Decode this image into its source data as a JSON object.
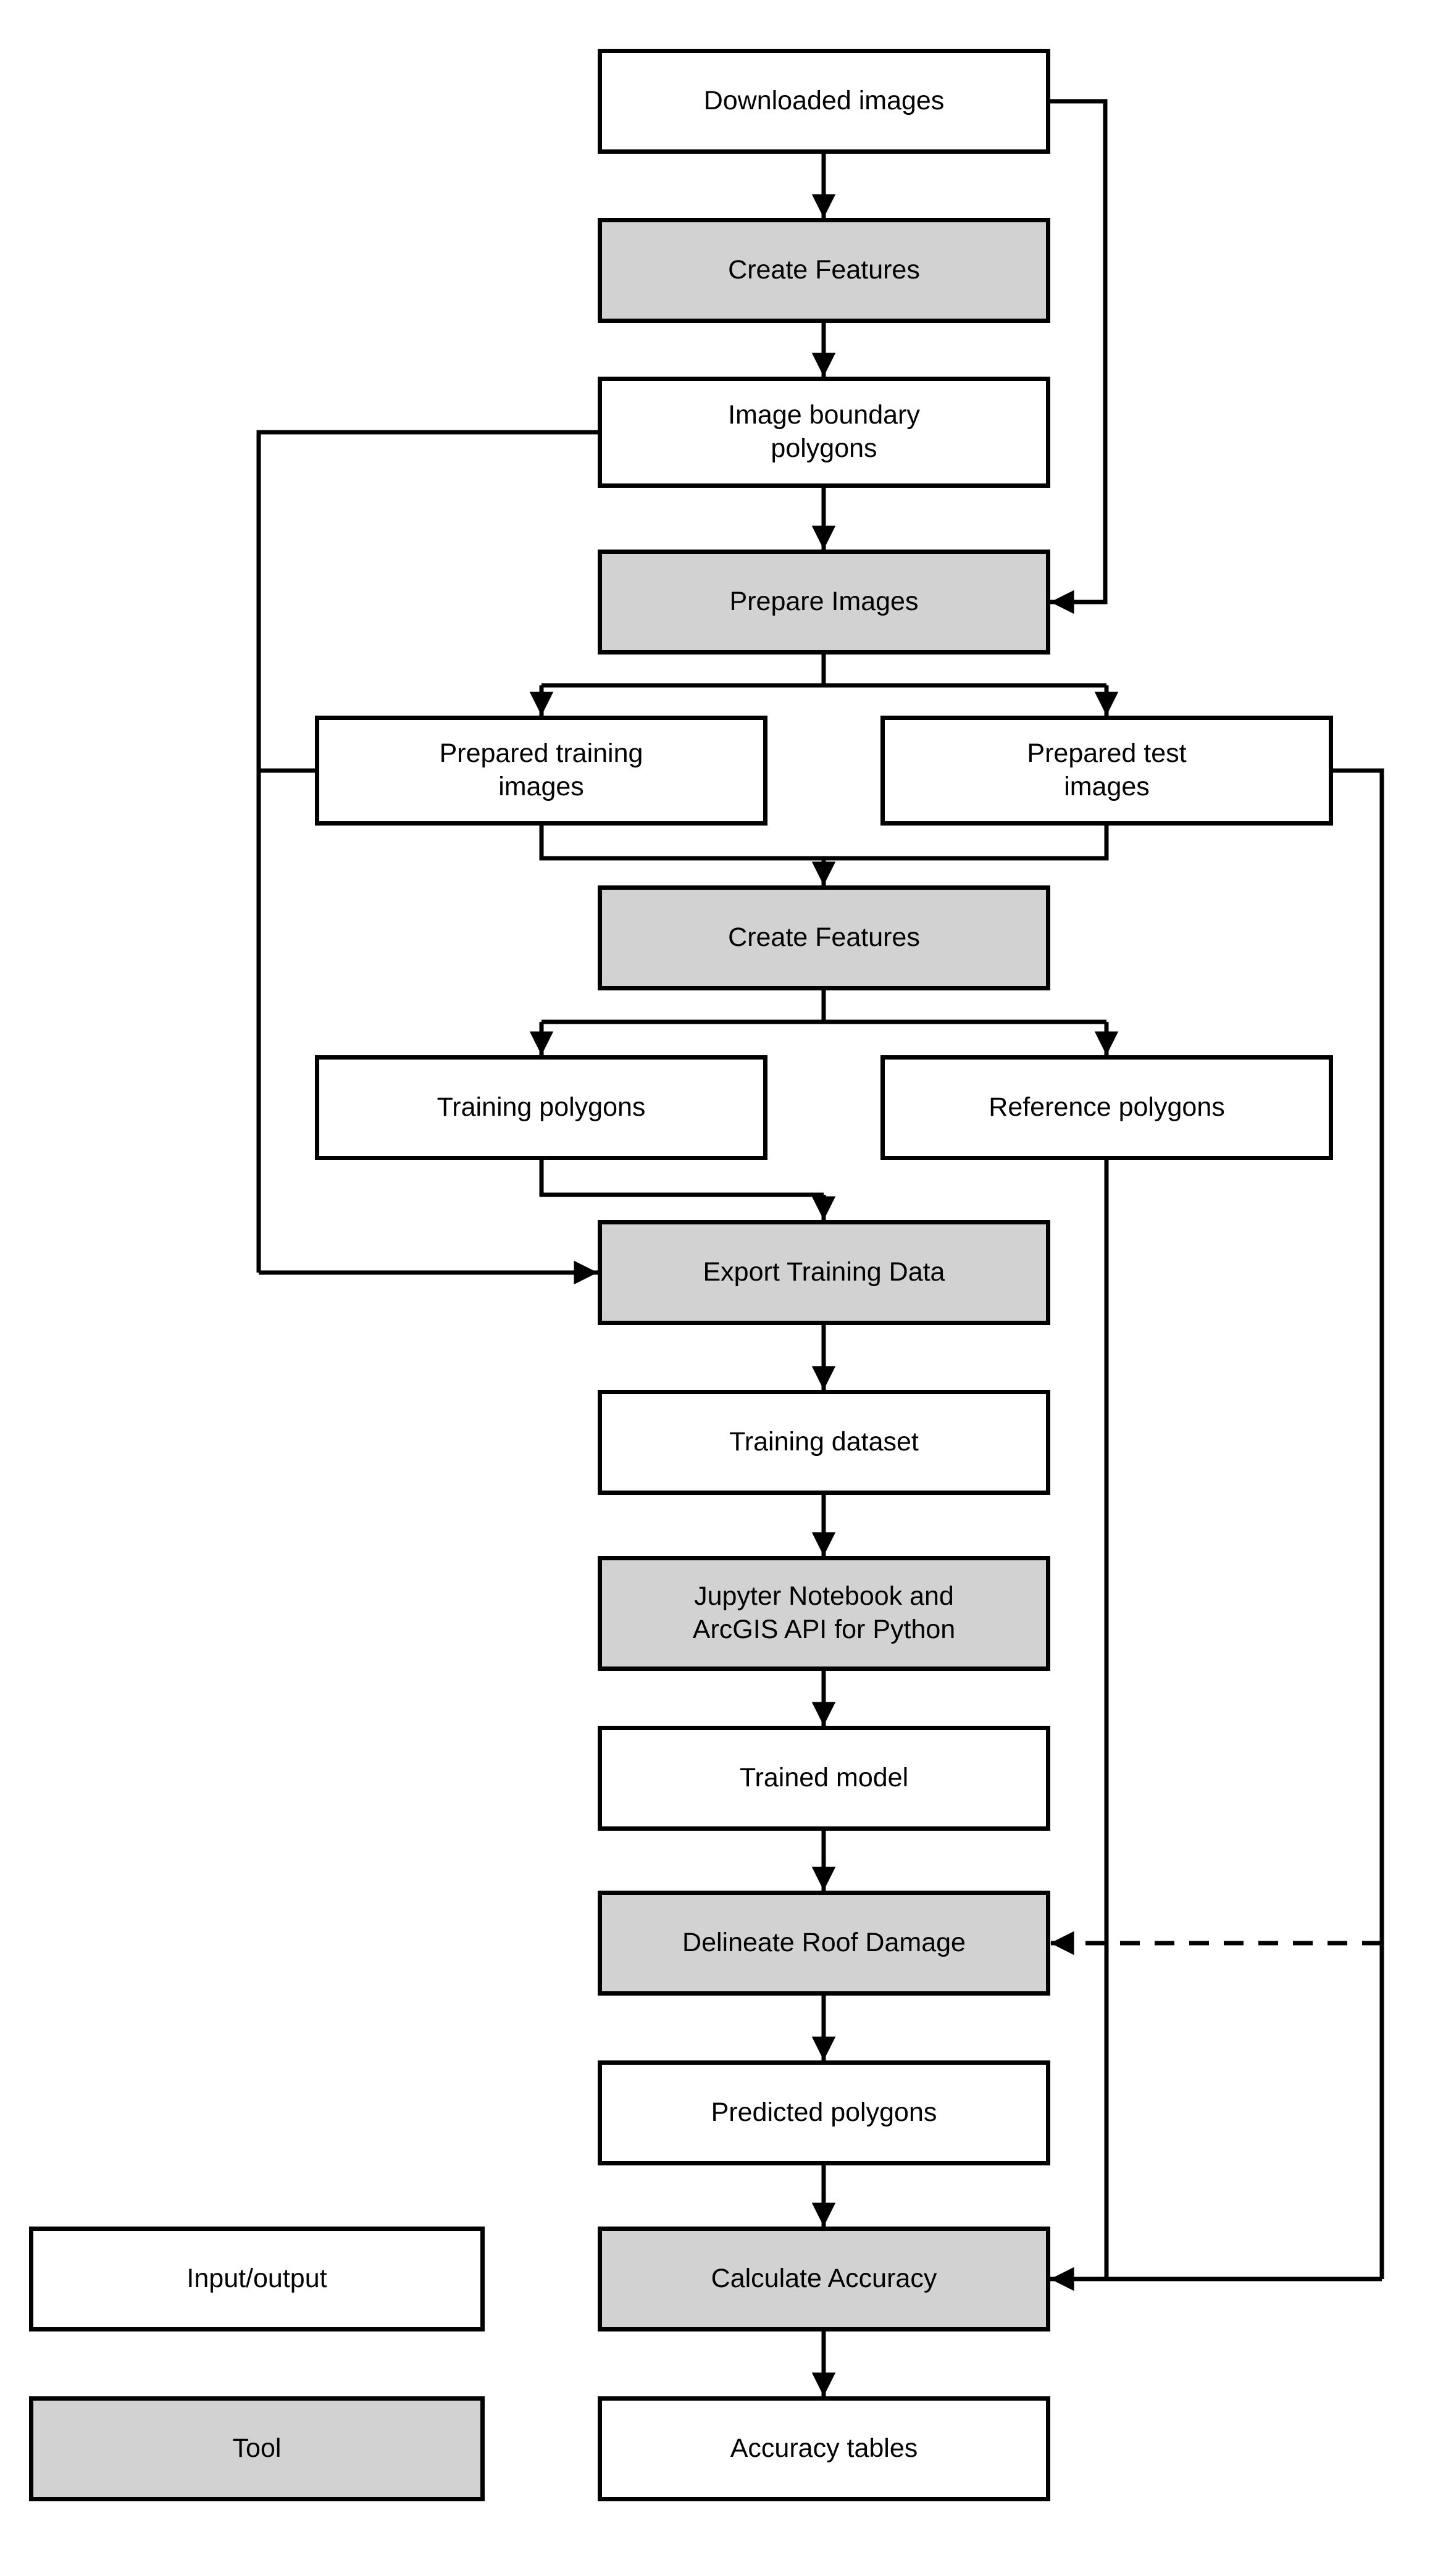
{
  "diagram": {
    "type": "flowchart",
    "colors": {
      "stroke": "#000000",
      "io_fill": "#ffffff",
      "tool_fill": "#d2d2d2"
    },
    "nodes": [
      {
        "id": "downloaded-images",
        "label": "Downloaded images",
        "type": "io"
      },
      {
        "id": "create-features-1",
        "label": "Create Features",
        "type": "tool"
      },
      {
        "id": "image-boundary-polygons",
        "label": "Image boundary\npolygons",
        "type": "io"
      },
      {
        "id": "prepare-images",
        "label": "Prepare Images",
        "type": "tool"
      },
      {
        "id": "prepared-training-images",
        "label": "Prepared training\nimages",
        "type": "io"
      },
      {
        "id": "prepared-test-images",
        "label": "Prepared test\nimages",
        "type": "io"
      },
      {
        "id": "create-features-2",
        "label": "Create Features",
        "type": "tool"
      },
      {
        "id": "training-polygons",
        "label": "Training polygons",
        "type": "io"
      },
      {
        "id": "reference-polygons",
        "label": "Reference polygons",
        "type": "io"
      },
      {
        "id": "export-training-data",
        "label": "Export Training Data",
        "type": "tool"
      },
      {
        "id": "training-dataset",
        "label": "Training dataset",
        "type": "io"
      },
      {
        "id": "jupyter-notebook",
        "label": "Jupyter Notebook and\nArcGIS API for Python",
        "type": "tool"
      },
      {
        "id": "trained-model",
        "label": "Trained model",
        "type": "io"
      },
      {
        "id": "delineate-roof-damage",
        "label": "Delineate Roof Damage",
        "type": "tool"
      },
      {
        "id": "predicted-polygons",
        "label": "Predicted polygons",
        "type": "io"
      },
      {
        "id": "calculate-accuracy",
        "label": "Calculate Accuracy",
        "type": "tool"
      },
      {
        "id": "accuracy-tables",
        "label": "Accuracy tables",
        "type": "io"
      }
    ],
    "edges": [
      {
        "from": "downloaded-images",
        "to": "create-features-1",
        "style": "solid"
      },
      {
        "from": "downloaded-images",
        "to": "prepare-images",
        "style": "solid"
      },
      {
        "from": "create-features-1",
        "to": "image-boundary-polygons",
        "style": "solid"
      },
      {
        "from": "image-boundary-polygons",
        "to": "prepare-images",
        "style": "solid"
      },
      {
        "from": "image-boundary-polygons",
        "to": "export-training-data",
        "style": "solid"
      },
      {
        "from": "prepare-images",
        "to": "prepared-training-images",
        "style": "solid"
      },
      {
        "from": "prepare-images",
        "to": "prepared-test-images",
        "style": "solid"
      },
      {
        "from": "prepared-training-images",
        "to": "create-features-2",
        "style": "solid"
      },
      {
        "from": "prepared-test-images",
        "to": "create-features-2",
        "style": "solid"
      },
      {
        "from": "prepared-training-images",
        "to": "export-training-data",
        "style": "solid"
      },
      {
        "from": "prepared-test-images",
        "to": "delineate-roof-damage",
        "style": "dashed"
      },
      {
        "from": "prepared-test-images",
        "to": "calculate-accuracy",
        "style": "solid"
      },
      {
        "from": "create-features-2",
        "to": "training-polygons",
        "style": "solid"
      },
      {
        "from": "create-features-2",
        "to": "reference-polygons",
        "style": "solid"
      },
      {
        "from": "training-polygons",
        "to": "export-training-data",
        "style": "solid"
      },
      {
        "from": "reference-polygons",
        "to": "calculate-accuracy",
        "style": "solid"
      },
      {
        "from": "export-training-data",
        "to": "training-dataset",
        "style": "solid"
      },
      {
        "from": "training-dataset",
        "to": "jupyter-notebook",
        "style": "solid"
      },
      {
        "from": "jupyter-notebook",
        "to": "trained-model",
        "style": "solid"
      },
      {
        "from": "trained-model",
        "to": "delineate-roof-damage",
        "style": "solid"
      },
      {
        "from": "delineate-roof-damage",
        "to": "predicted-polygons",
        "style": "solid"
      },
      {
        "from": "predicted-polygons",
        "to": "calculate-accuracy",
        "style": "solid"
      },
      {
        "from": "calculate-accuracy",
        "to": "accuracy-tables",
        "style": "solid"
      }
    ],
    "legend": [
      {
        "label": "Input/output",
        "type": "io"
      },
      {
        "label": "Tool",
        "type": "tool"
      }
    ]
  }
}
